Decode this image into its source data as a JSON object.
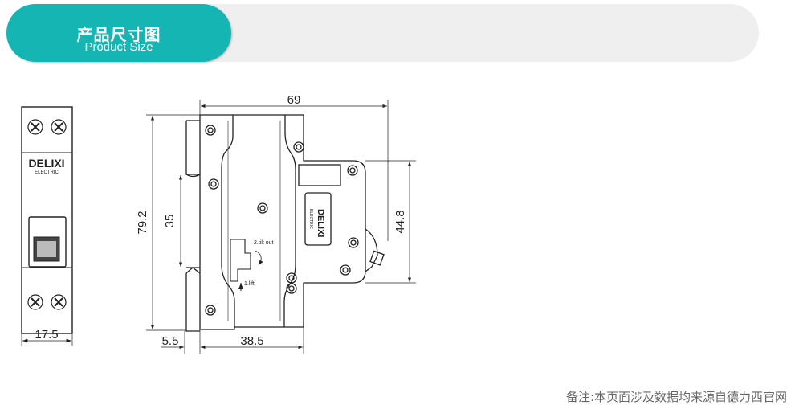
{
  "header": {
    "title_cn": "产品尺寸图",
    "title_en": "Product Size"
  },
  "front_view": {
    "brand": "DELIXI",
    "brand_sub": "ELECTRIC",
    "width_label": "17.5"
  },
  "side_view": {
    "dims": {
      "total_depth": "69",
      "height": "79.2",
      "din_rail": "35",
      "front_height": "44.8",
      "offset": "5.5",
      "body_depth": "38.5"
    },
    "instructions": {
      "step1": "1.lift",
      "step2": "2.tilt out"
    },
    "brand": "DELIXI",
    "brand_sub": "ELECTRIC"
  },
  "footer": {
    "note": "备注:本页面涉及数据均来源自德力西官网"
  },
  "colors": {
    "accent": "#14b5b3",
    "bar": "#efefef"
  }
}
